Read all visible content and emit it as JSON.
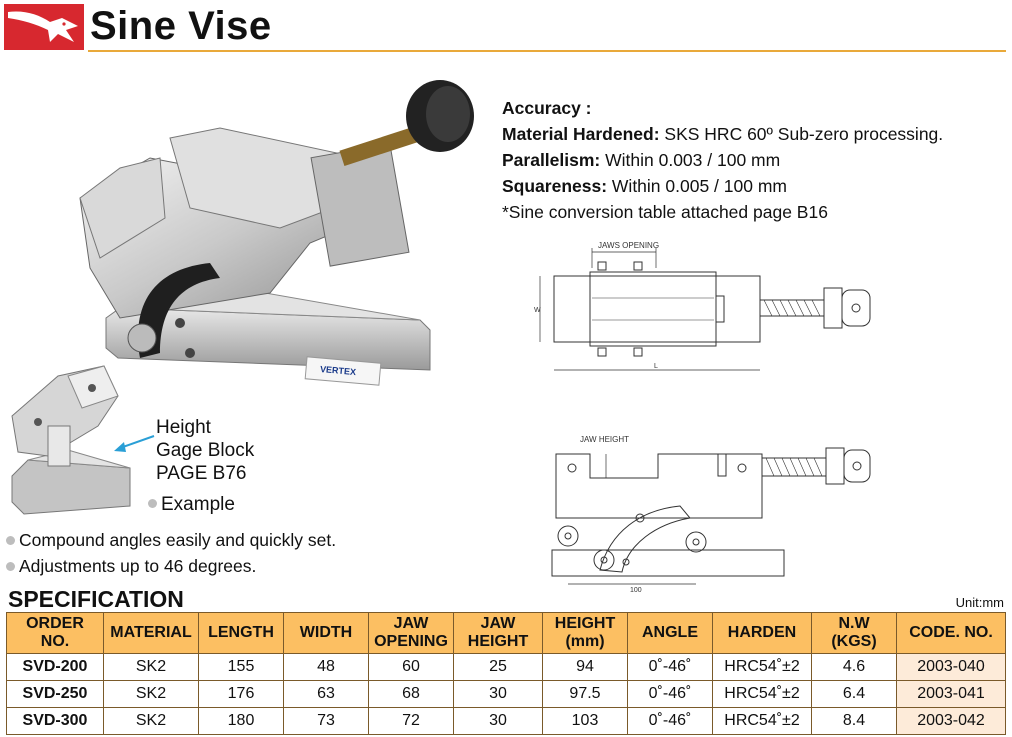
{
  "header": {
    "title": "Sine Vise",
    "logo_name": "red-eagle-logo",
    "rule_color": "#e9a93a",
    "logo_color": "#d7282f"
  },
  "specs": {
    "accuracy_label": "Accuracy :",
    "material_label": "Material Hardened:",
    "material_value": " SKS HRC 60º Sub-zero processing.",
    "parallelism_label": "Parallelism:",
    "parallelism_value": " Within 0.003 / 100 mm",
    "squareness_label": "Squareness:",
    "squareness_value": " Within 0.005 / 100 mm",
    "note": "*Sine conversion table attached page B16"
  },
  "callout": {
    "line1": "Height",
    "line2": "Gage Block",
    "line3": "PAGE B76",
    "example": "Example"
  },
  "features": [
    "Compound angles easily and quickly set.",
    "Adjustments up to 46 degrees."
  ],
  "drawing": {
    "jaws_opening": "JAWS OPENING",
    "jaw_height": "JAW HEIGHT",
    "dim_w": "W",
    "dim_l": "L",
    "dim_100": "100"
  },
  "photo": {
    "brand": "VERTEX"
  },
  "spec_section": {
    "title": "SPECIFICATION",
    "unit": "Unit:mm"
  },
  "table": {
    "header_color": "#fcbf62",
    "headers": [
      [
        "ORDER",
        "NO."
      ],
      [
        "MATERIAL",
        ""
      ],
      [
        "LENGTH",
        ""
      ],
      [
        "WIDTH",
        ""
      ],
      [
        "JAW",
        "OPENING"
      ],
      [
        "JAW",
        "HEIGHT"
      ],
      [
        "HEIGHT",
        "(mm)"
      ],
      [
        "ANGLE",
        ""
      ],
      [
        "HARDEN",
        ""
      ],
      [
        "N.W",
        "(KGS)"
      ],
      [
        "CODE. NO.",
        ""
      ]
    ],
    "rows": [
      [
        "SVD-200",
        "SK2",
        "155",
        "48",
        "60",
        "25",
        "94",
        "0˚-46˚",
        "HRC54˚±2",
        "4.6",
        "2003-040"
      ],
      [
        "SVD-250",
        "SK2",
        "176",
        "63",
        "68",
        "30",
        "97.5",
        "0˚-46˚",
        "HRC54˚±2",
        "6.4",
        "2003-041"
      ],
      [
        "SVD-300",
        "SK2",
        "180",
        "73",
        "72",
        "30",
        "103",
        "0˚-46˚",
        "HRC54˚±2",
        "8.4",
        "2003-042"
      ]
    ]
  }
}
